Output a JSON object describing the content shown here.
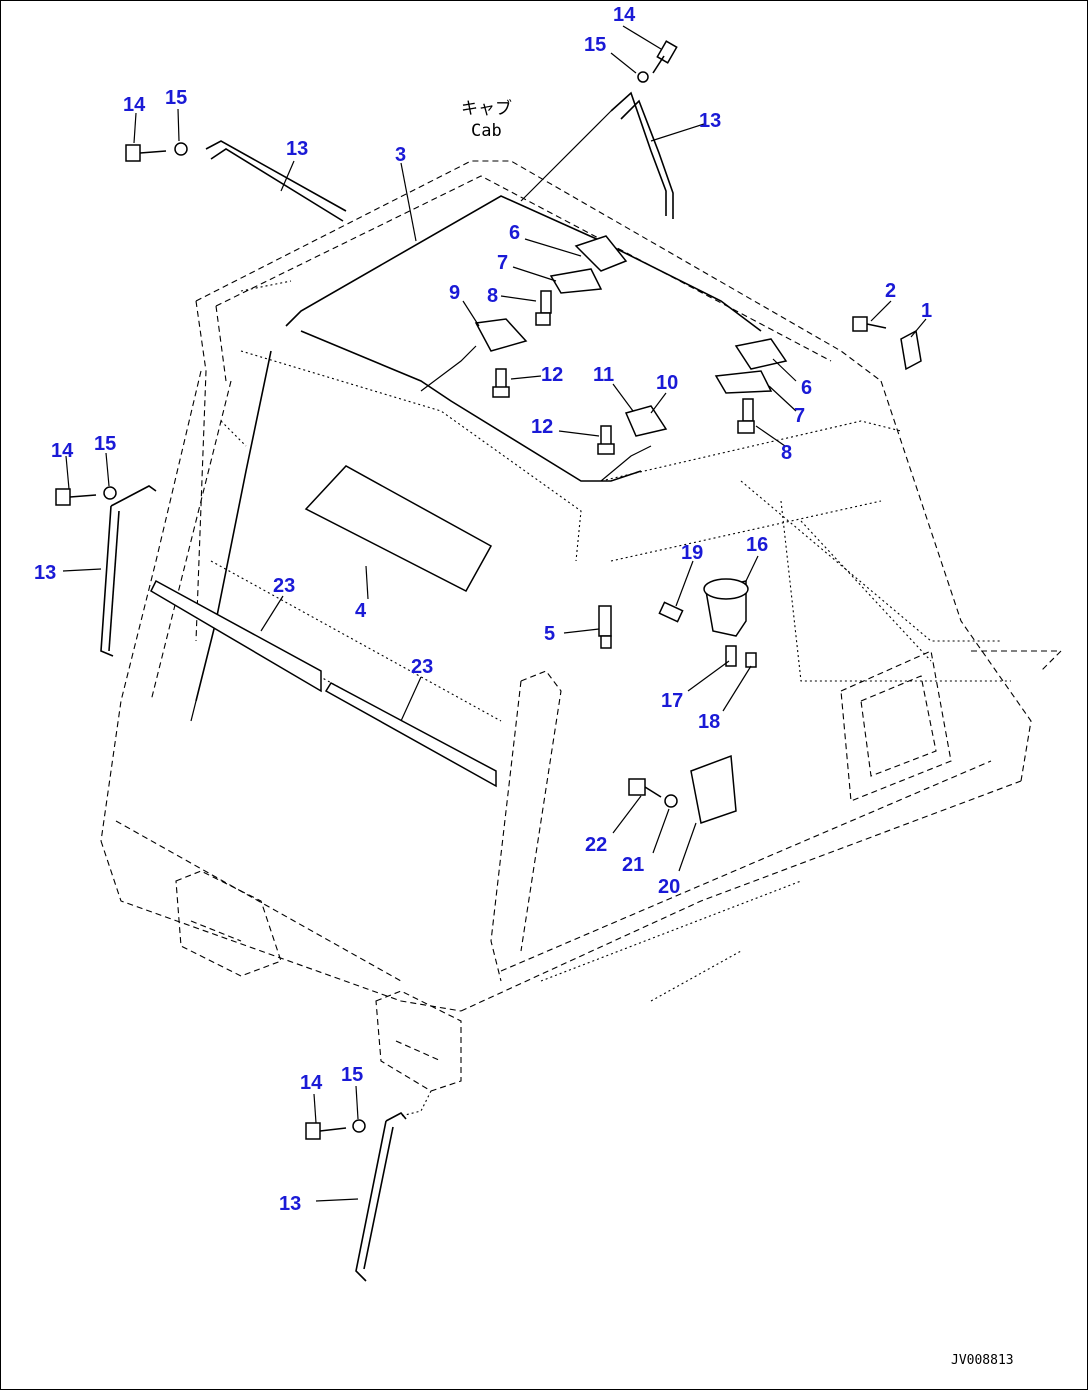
{
  "cab_label_jp": "キャブ",
  "cab_label_en": "Cab",
  "drawing_number": "JV008813",
  "callouts": {
    "c1": "1",
    "c2": "2",
    "c3": "3",
    "c4": "4",
    "c5": "5",
    "c6a": "6",
    "c6b": "6",
    "c7a": "7",
    "c7b": "7",
    "c8a": "8",
    "c8b": "8",
    "c9": "9",
    "c10": "10",
    "c11": "11",
    "c12a": "12",
    "c12b": "12",
    "c13a": "13",
    "c13b": "13",
    "c13c": "13",
    "c13d": "13",
    "c14a": "14",
    "c14b": "14",
    "c14c": "14",
    "c14d": "14",
    "c15a": "15",
    "c15b": "15",
    "c15c": "15",
    "c15d": "15",
    "c16": "16",
    "c17": "17",
    "c18": "18",
    "c19": "19",
    "c20": "20",
    "c21": "21",
    "c22": "22",
    "c23a": "23",
    "c23b": "23"
  },
  "colors": {
    "callout": "#1a1ad6",
    "line": "#000000",
    "background": "#ffffff"
  }
}
